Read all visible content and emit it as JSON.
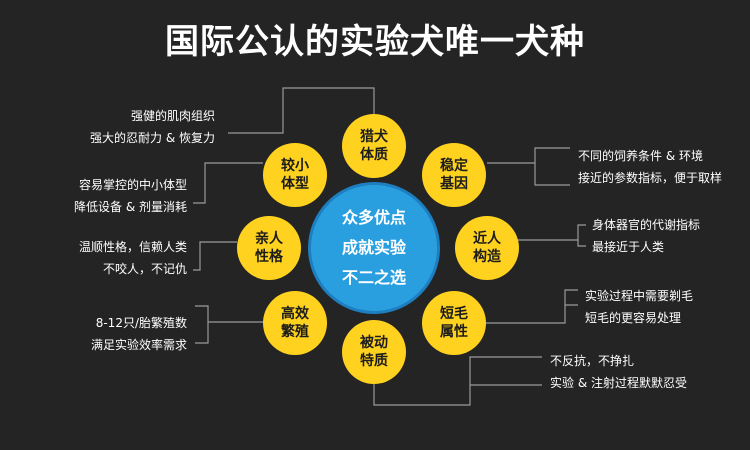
{
  "title": "国际公认的实验犬唯一犬种",
  "center": [
    "众多优点",
    "成就实验",
    "不二之选"
  ],
  "nodes": {
    "top": [
      "猎犬",
      "体质"
    ],
    "upper_right": [
      "稳定",
      "基因"
    ],
    "right": [
      "近人",
      "构造"
    ],
    "lower_right": [
      "短毛",
      "属性"
    ],
    "bottom": [
      "被动",
      "特质"
    ],
    "lower_left": [
      "高效",
      "繁殖"
    ],
    "left": [
      "亲人",
      "性格"
    ],
    "upper_left": [
      "较小",
      "体型"
    ]
  },
  "notes": {
    "top": [
      "强健的肌肉组织",
      "强大的忍耐力 & 恢复力"
    ],
    "upper_left": [
      "容易掌控的中小体型",
      "降低设备 & 剂量消耗"
    ],
    "left": [
      "温顺性格，信赖人类",
      "不咬人，不记仇"
    ],
    "lower_left": [
      "8-12只/胎繁殖数",
      "满足实验效率需求"
    ],
    "upper_right": [
      "不同的饲养条件 & 环境",
      "接近的参数指标，便于取样"
    ],
    "right": [
      "身体器官的代谢指标",
      "最接近于人类"
    ],
    "lower_right": [
      "实验过程中需要剃毛",
      "短毛的更容易处理"
    ],
    "bottom": [
      "不反抗，不挣扎",
      "实验 & 注射过程默默忍受"
    ]
  }
}
